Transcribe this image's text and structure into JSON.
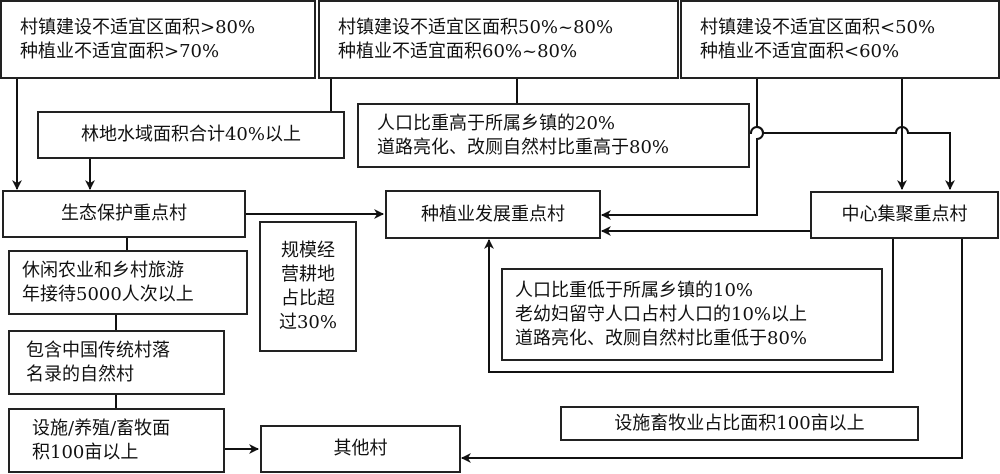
{
  "diagram": {
    "criteria_top": [
      {
        "lines": [
          "村镇建设不适宜区面积>80%",
          "种植业不适宜面积>70%"
        ]
      },
      {
        "lines": [
          "村镇建设不适宜区面积50%~80%",
          "种植业不适宜面积60%~80%"
        ]
      },
      {
        "lines": [
          "村镇建设不适宜区面积<50%",
          "种植业不适宜面积<60%"
        ]
      }
    ],
    "condition_forest_water": "林地水域面积合计40%以上",
    "condition_high_pop": [
      "人口比重高于所属乡镇的20%",
      "道路亮化、改厕自然村比重高于80%"
    ],
    "categories": {
      "eco": "生态保护重点村",
      "planting": "种植业发展重点村",
      "central": "中心集聚重点村",
      "other": "其他村"
    },
    "condition_farmland": [
      "规模经",
      "营耕地",
      "占比超",
      "过30%"
    ],
    "condition_tourism": [
      "休闲农业和乡村旅游",
      "年接待5000人次以上"
    ],
    "condition_traditional": [
      "包含中国传统村落",
      "名录的自然村"
    ],
    "condition_facility": [
      "设施/养殖/畜牧面",
      "积100亩以上"
    ],
    "condition_low_pop": [
      "人口比重低于所属乡镇的10%",
      "老幼妇留守人口占村人口的10%以上",
      "道路亮化、改厕自然村比重低于80%"
    ],
    "condition_livestock": "设施畜牧业占比面积100亩以上"
  }
}
